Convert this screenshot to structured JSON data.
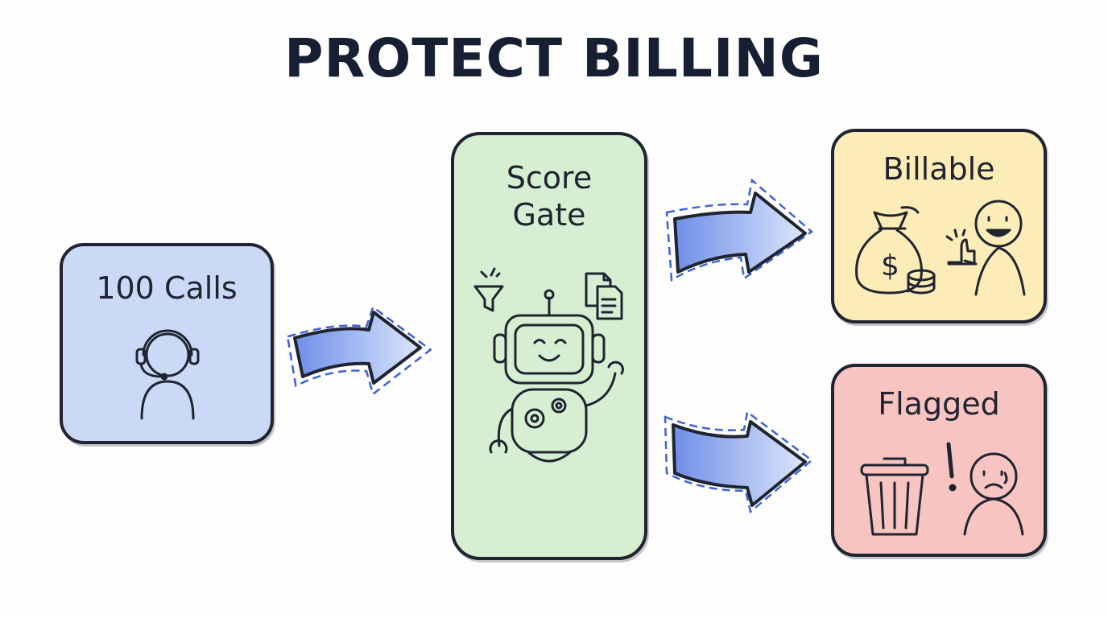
{
  "title": "PROTECT BILLING",
  "nodes": {
    "calls": {
      "label": "100 Calls",
      "icon": "headset-agent-icon"
    },
    "gate": {
      "label_line1": "Score",
      "label_line2": "Gate",
      "icon": "robot-icon"
    },
    "billable": {
      "label": "Billable",
      "icon": "money-bag-icon"
    },
    "flagged": {
      "label": "Flagged",
      "icon": "trash-can-icon"
    }
  },
  "edges": [
    {
      "from": "calls",
      "to": "gate"
    },
    {
      "from": "gate",
      "to": "billable"
    },
    {
      "from": "gate",
      "to": "flagged"
    }
  ],
  "colors": {
    "calls": "#c9d9f6",
    "gate": "#d6efd2",
    "billable": "#fbecb8",
    "flagged": "#f7c4c2",
    "arrow": "#3f63d6",
    "ink": "#1f2430"
  }
}
